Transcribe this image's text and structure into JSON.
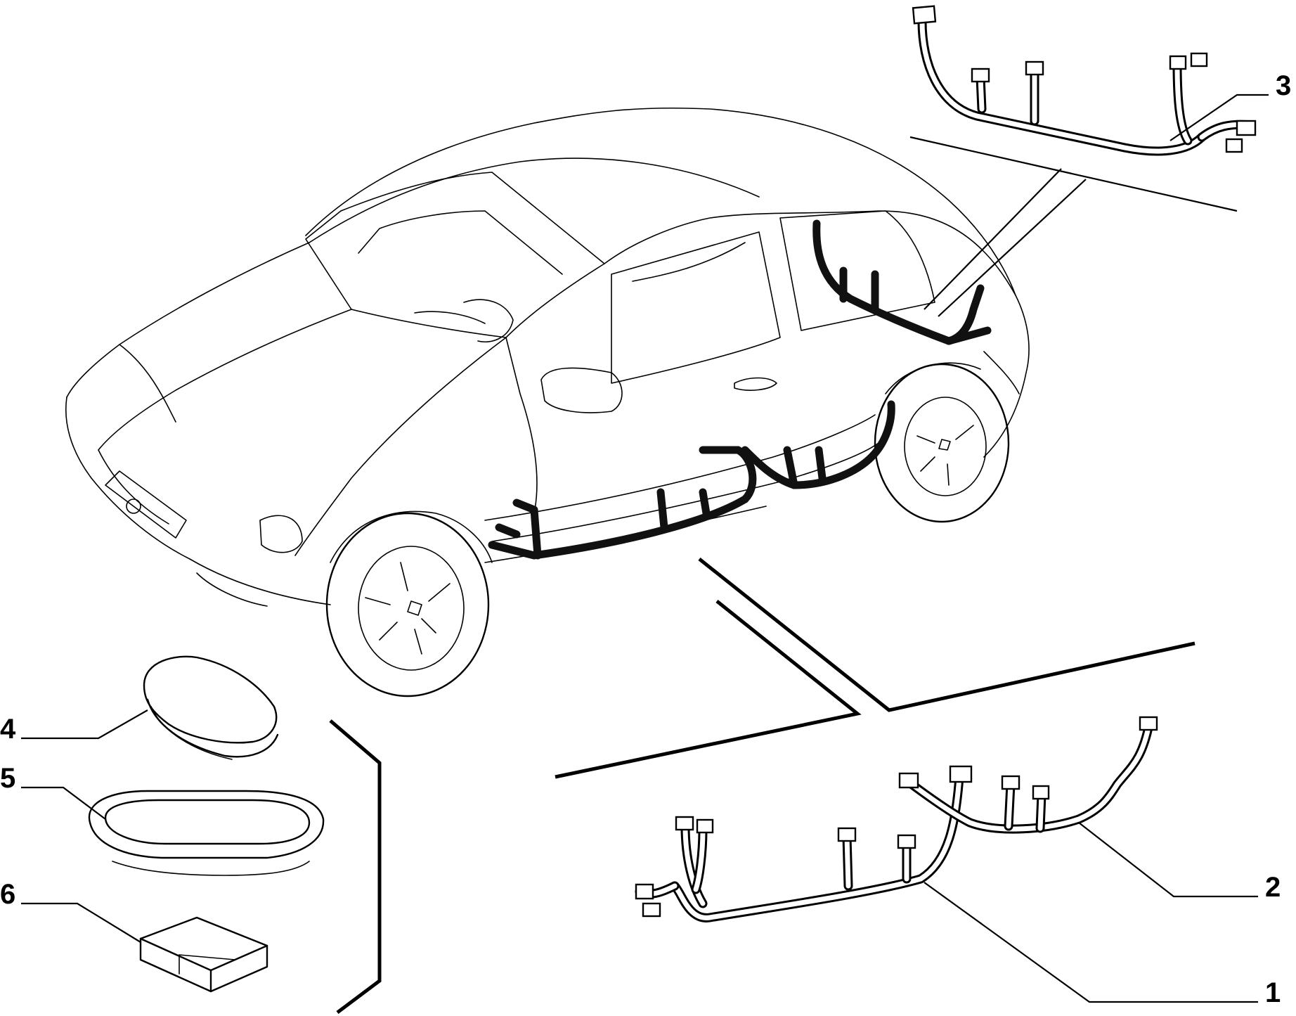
{
  "diagram": {
    "callouts": [
      {
        "id": "1",
        "label": "1"
      },
      {
        "id": "2",
        "label": "2"
      },
      {
        "id": "3",
        "label": "3"
      },
      {
        "id": "4",
        "label": "4"
      },
      {
        "id": "5",
        "label": "5"
      },
      {
        "id": "6",
        "label": "6"
      }
    ],
    "parts": [
      {
        "ref": "1",
        "icon": "wiring-harness-front-door"
      },
      {
        "ref": "2",
        "icon": "wiring-harness-rear-door"
      },
      {
        "ref": "3",
        "icon": "wiring-harness-tailgate"
      },
      {
        "ref": "4",
        "icon": "grommet-oval"
      },
      {
        "ref": "5",
        "icon": "seal-ring-oval"
      },
      {
        "ref": "6",
        "icon": "foam-pad-block"
      }
    ],
    "colors": {
      "line": "#000000",
      "background": "#ffffff"
    }
  }
}
